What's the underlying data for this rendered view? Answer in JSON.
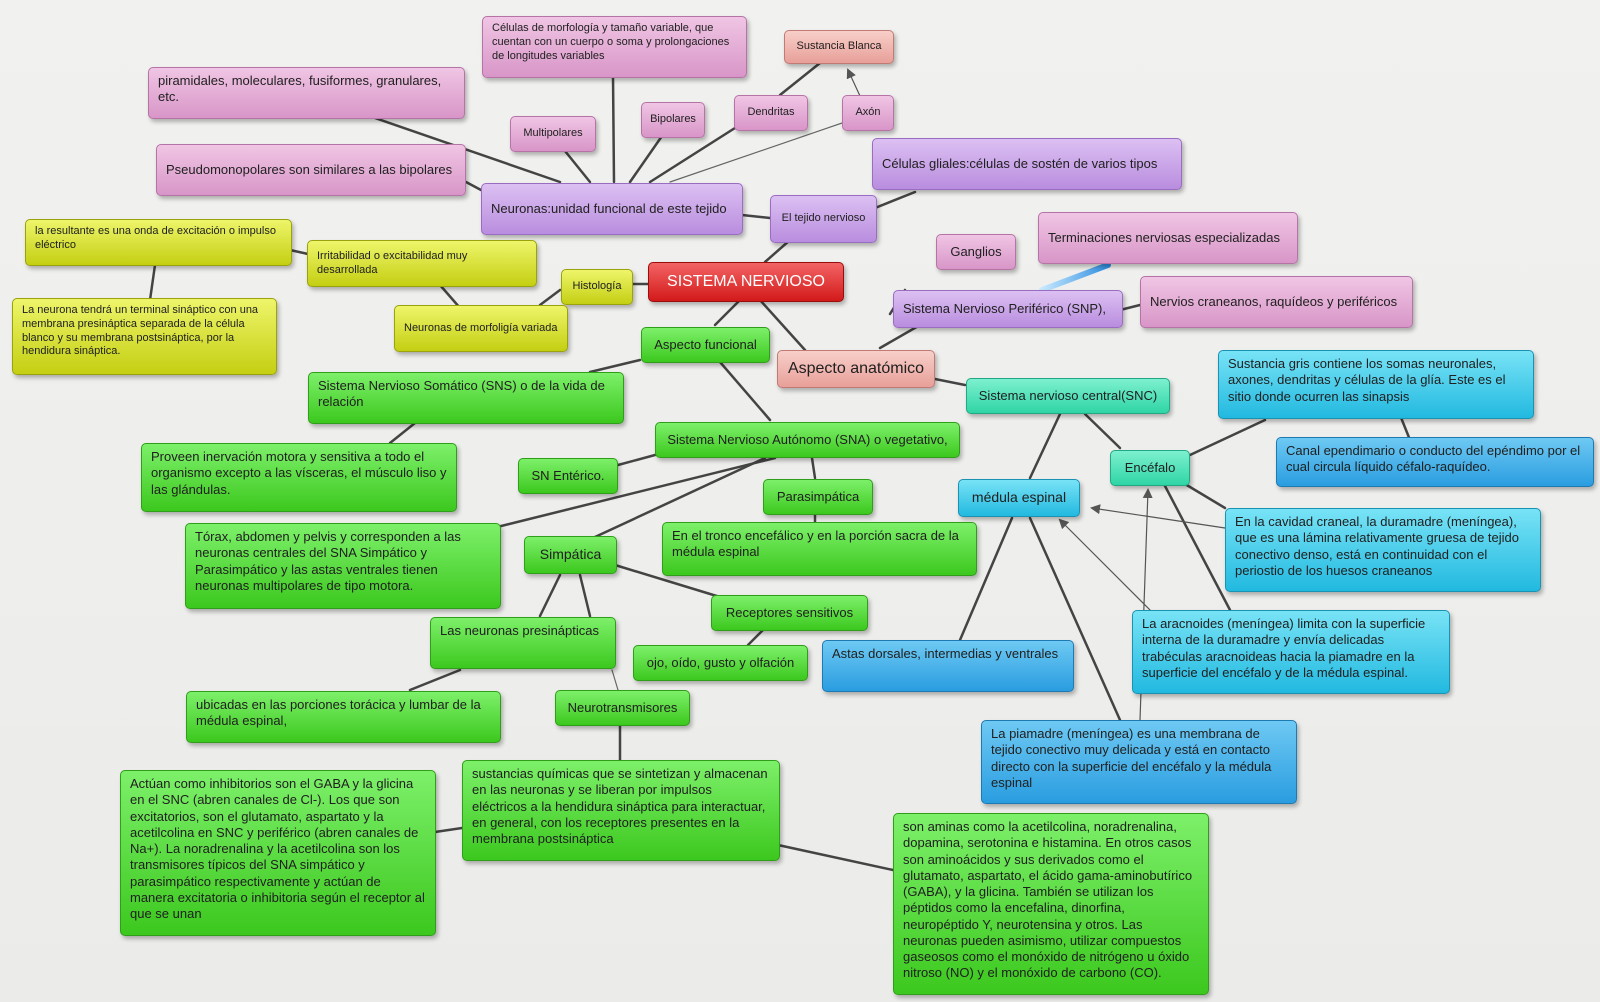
{
  "title": "SISTEMA NERVIOSO",
  "nodes": {
    "celulas_morfologia": "Células de morfología y tamaño variable, que cuentan con un cuerpo o soma y prolongaciones de longitudes variables",
    "sustancia_blanca": "Sustancia Blanca",
    "piramidales": "piramidales, moleculares, fusiformes, granulares, etc.",
    "multipolares": "Multipolares",
    "bipolares": "Bipolares",
    "dendritas": "Dendritas",
    "axon": "Axón",
    "pseudomonopolares": "Pseudomonopolares son similares a las bipolares",
    "celulas_gliales": "Células gliales:células de sostén de varios tipos",
    "neuronas_unidad": "Neuronas:unidad funcional de este tejido",
    "tejido_nervioso": "El tejido nervioso",
    "onda_excitacion": "la resultante es una onda de excitación o impulso eléctrico",
    "irritabilidad": "Irritabilidad o excitabilidad muy desarrollada",
    "terminaciones": "Terminaciones nerviosas especializadas",
    "ganglios": "Ganglios",
    "histologia": "Histología",
    "snp": "Sistema Nervioso Periférico (SNP),",
    "nervios_craneanos": "Nervios craneanos, raquídeos y periféricos",
    "terminal_sinaptico": "La neurona tendrá un terminal sináptico con una membrana presináptica separada de la célula blanco y su membrana postsináptica, por la hendidura sináptica.",
    "morfologia_variada": "Neuronas de morfoligía variada",
    "aspecto_funcional": "Aspecto funcional",
    "aspecto_anatomico": "Aspecto anatómico",
    "sustancia_gris": "Sustancia gris contiene los somas neuronales, axones, dendritas y células de la glía. Este es el sitio donde ocurren las sinapsis",
    "sns": "Sistema Nervioso Somático (SNS) o de la vida de relación",
    "snc": "Sistema nervioso central(SNC)",
    "canal_ependimario": "Canal ependimario o conducto del epéndimo por el cual circula líquido céfalo-raquídeo.",
    "inervacion": "Proveen inervación motora y sensitiva a todo el organismo excepto a las vísceras, el músculo liso y las glándulas.",
    "sna": "Sistema Nervioso Autónomo (SNA) o vegetativo,",
    "sn_enterico": "SN Entérico.",
    "encefalo": "Encéfalo",
    "medula_espinal": "médula espinal",
    "parasimpatica": "Parasimpática",
    "duramadre": "En la cavidad craneal, la duramadre (meníngea), que es una lámina relativamente gruesa de tejido conectivo denso, está en continuidad con el periostio de los huesos craneanos",
    "torax": "Tórax, abdomen y pelvis y corresponden a las neuronas centrales del SNA Simpático y Parasimpático y las astas ventrales tienen neuronas multipolares de tipo motora.",
    "simpatica": "Simpática",
    "tronco_encefalico": "En el tronco encefálico y en la porción sacra de la médula espinal",
    "receptores": "Receptores sensitivos",
    "aracnoides": "La aracnoides (meníngea) limita con la superficie interna de la duramadre y envía delicadas trabéculas aracnoideas hacia la piamadre en la superficie del encéfalo y de la médula espinal.",
    "presinapticas": "Las neuronas presinápticas",
    "ojo_oido": "ojo, oído, gusto y olfación",
    "astas": "Astas dorsales, intermedias y ventrales",
    "ubicadas": "ubicadas en las porciones torácica y lumbar de la médula espinal,",
    "neurotransmisores": "Neurotransmisores",
    "piamadre": "La piamadre (meníngea) es una membrana de tejido conectivo muy delicada y está en contacto directo con la superficie del encéfalo y la médula espinal",
    "inhibitorios": "Actúan como inhibitorios son el GABA y la glicina en el SNC (abren canales de Cl-). Los que son excitatorios, son el glutamato, aspartato y la acetilcolina en SNC y periférico (abren canales de Na+). La noradrenalina y la acetilcolina son los transmisores típicos del SNA simpático y parasimpático respectivamente y actúan de manera excitatoria o inhibitoria según el receptor al que se unan",
    "sustancias_quimicas": "sustancias químicas que se sintetizan y almacenan en las neuronas y se liberan por impulsos eléctricos a la hendidura sináptica para interactuar, en general, con los receptores presentes en la membrana postsináptica",
    "aminas": "son aminas como la acetilcolina, noradrenalina, dopamina, serotonina e histamina. En otros casos son aminoácidos y sus derivados como el glutamato, aspartato, el ácido gama-aminobutírico (GABA), y la glicina. También se utilizan los péptidos como la encefalina, dinorfina, neuropéptido Y, neurotensina y otros. Las neuronas pueden asimismo, utilizar compuestos gaseosos como el monóxido de nitrógeno u óxido nitroso (NO) y el monóxido de carbono (CO)."
  },
  "colors": {
    "central": "#e02424",
    "histologia": "#d9e21c",
    "tejido": "#c89be6",
    "neuronas": "#e3a9d8",
    "funcional": "#4fd632",
    "anatomico_snc": "#3ed9b0",
    "encefalo": "#38c3e8",
    "medula": "#3aa8e6",
    "link": "#444444"
  }
}
